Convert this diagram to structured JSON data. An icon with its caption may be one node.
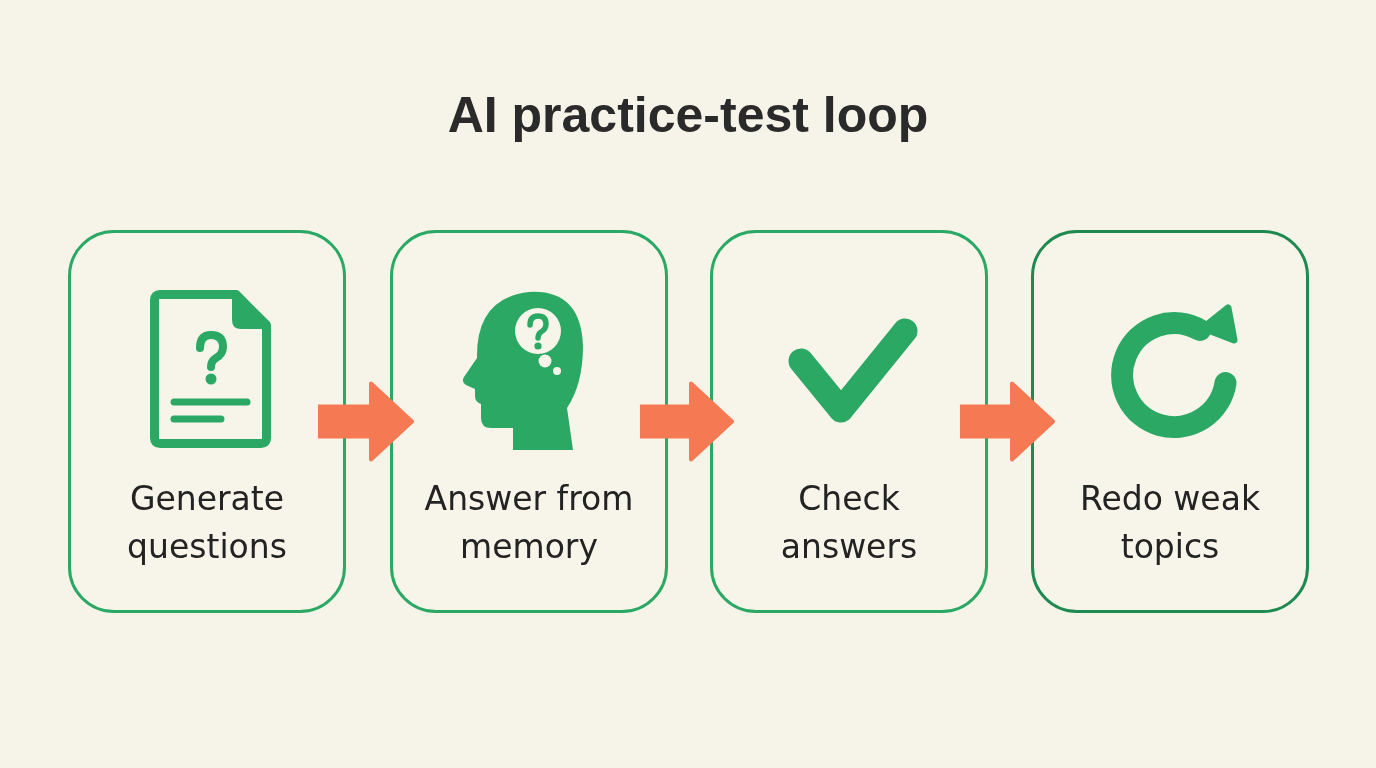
{
  "diagram": {
    "title": "AI practice-test loop",
    "nodes": [
      {
        "text": [
          "Generate questions"
        ]
      },
      {
        "text": [
          "Answer from memory"
        ]
      },
      {
        "text": [
          "Check answers"
        ]
      },
      {
        "text": [
          "Redo weak topics"
        ]
      }
    ],
    "edges": [
      {
        "from": 0,
        "to": 1,
        "arrow": "to"
      },
      {
        "from": 1,
        "to": 2,
        "arrow": "to"
      },
      {
        "from": 2,
        "to": 3,
        "arrow": "to"
      }
    ]
  }
}
